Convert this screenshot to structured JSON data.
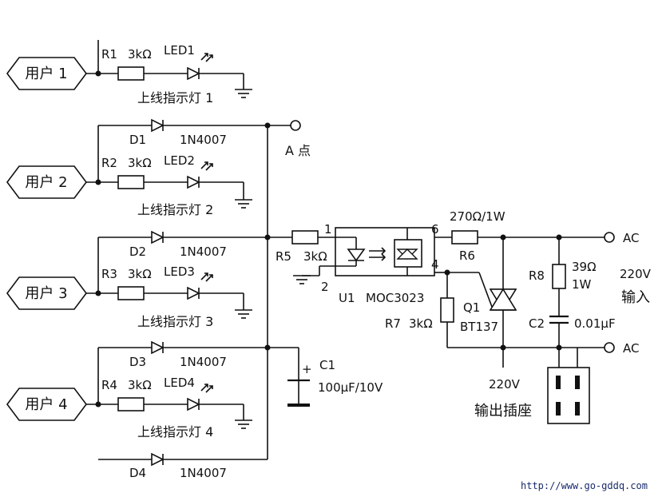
{
  "users": [
    {
      "label": "用户 1",
      "resistor": "R1",
      "res_value": "3kΩ",
      "led": "LED1",
      "indicator": "上线指示灯 1"
    },
    {
      "label": "用户 2",
      "resistor": "R2",
      "res_value": "3kΩ",
      "led": "LED2",
      "indicator": "上线指示灯 2"
    },
    {
      "label": "用户 3",
      "resistor": "R3",
      "res_value": "3kΩ",
      "led": "LED3",
      "indicator": "上线指示灯 3"
    },
    {
      "label": "用户 4",
      "resistor": "R4",
      "res_value": "3kΩ",
      "led": "LED4",
      "indicator": "上线指示灯 4"
    }
  ],
  "diodes": [
    {
      "name": "D1",
      "part": "1N4007"
    },
    {
      "name": "D2",
      "part": "1N4007"
    },
    {
      "name": "D3",
      "part": "1N4007"
    },
    {
      "name": "D4",
      "part": "1N4007"
    }
  ],
  "point_a": "A 点",
  "r5": {
    "name": "R5",
    "value": "3kΩ"
  },
  "c1": {
    "name": "C1",
    "value": "100μF/10V",
    "plus": "+"
  },
  "u1": {
    "name": "U1",
    "part": "MOC3023",
    "pin1": "1",
    "pin2": "2",
    "pin4": "4",
    "pin6": "6"
  },
  "r6": {
    "name": "R6",
    "value": "270Ω/1W"
  },
  "r7": {
    "name": "R7",
    "value": "3kΩ"
  },
  "q1": {
    "name": "Q1",
    "part": "BT137"
  },
  "r8": {
    "name": "R8",
    "value": "39Ω",
    "power": "1W"
  },
  "c2": {
    "name": "C2",
    "value": "0.01μF"
  },
  "ac_top": "AC",
  "ac_bottom": "AC",
  "input": {
    "voltage": "220V",
    "label": "输入"
  },
  "output": {
    "voltage": "220V",
    "label": "输出插座"
  },
  "watermark": "http://www.go-gddq.com"
}
